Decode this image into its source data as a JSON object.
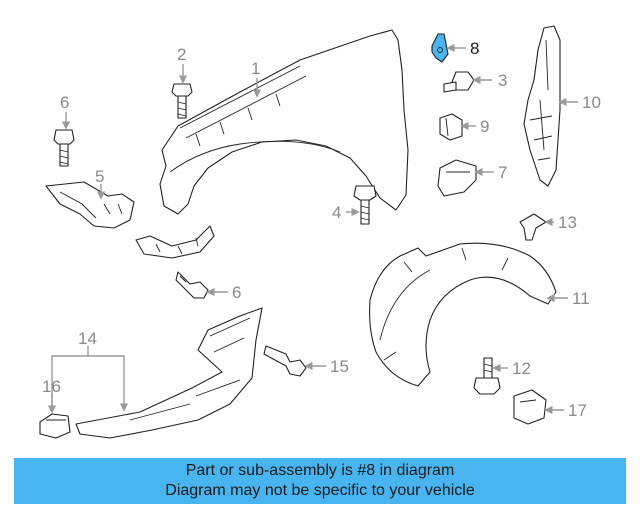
{
  "diagram": {
    "callouts": {
      "c1": "1",
      "c2": "2",
      "c3": "3",
      "c4": "4",
      "c5": "5",
      "c6a": "6",
      "c6b": "6",
      "c7": "7",
      "c8": "8",
      "c9": "9",
      "c10": "10",
      "c11": "11",
      "c12": "12",
      "c13": "13",
      "c14": "14",
      "c15": "15",
      "c16": "16",
      "c17": "17"
    },
    "highlight_part": "8",
    "highlight_color": "#48b5f0",
    "line_color": "#222222",
    "label_color": "#8a8a8a"
  },
  "banner": {
    "line1": "Part or sub-assembly is #8 in diagram",
    "line2": "Diagram may not be specific to your vehicle",
    "color": "#48b5f0"
  }
}
